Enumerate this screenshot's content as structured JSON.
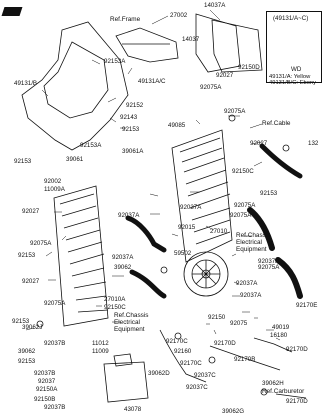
{
  "diagram": {
    "logo_text": "",
    "legend_box": {
      "title": "(49131/A~C)",
      "subtitle": "WD",
      "rows": [
        "49131/A: Yellow",
        "49131/B/C: Ebony"
      ]
    },
    "labels": {
      "l27002": "27002",
      "l14037a": "14037A",
      "ref_frame": "Ref.Frame",
      "l14037": "14037",
      "l92153a": "92153A",
      "l49131ac_top": "49131A/C",
      "l92150d": "92150D",
      "l92027_top": "92027",
      "l92075a_top": "92075A",
      "l49131b": "49131/B",
      "l92152": "92152",
      "l92143": "92143",
      "l92153_mid": "92153",
      "l92075a_r1": "92075A",
      "ref_cable": "Ref.Cable",
      "l49085": "49085",
      "l92153_left": "92153",
      "l92153a_2": "92153A",
      "l39061": "39061",
      "l39061a": "39061A",
      "l92027_r": "92027",
      "l132": "132",
      "l92002": "92002",
      "l11009a": "11009A",
      "l92150c_r": "92150C",
      "l92075a_r2": "92075A",
      "l92037a_1": "92037A",
      "l92027_l": "92027",
      "l92037a_2": "92037A",
      "l92015": "92015",
      "l92153_r": "92153",
      "l27010": "27010",
      "ref_chassis_1": "Ref.Chassis Electrical Equipment",
      "l92075a_l": "92075A",
      "l92153_l2": "92153",
      "l92037a_3": "92037A",
      "l59502": "59502",
      "l39062": "39062",
      "l92027_l2": "92027",
      "l92037a_4": "92037A",
      "l92075a_l2": "92075A",
      "l27010a": "27010A",
      "l92150c_l": "92150C",
      "ref_chassis_2": "Ref.Chassis Electrical Equipment",
      "l92037a_5": "92037A",
      "l92150": "92150",
      "l92075": "92075",
      "l92153_b": "92153",
      "l49019": "49019",
      "l16180": "16180",
      "l39062j": "39062J",
      "l92037b_1": "92037B",
      "l11012": "11012",
      "l11009": "11009",
      "l92170c": "92170C",
      "l92160": "92160",
      "l39062_l": "39062",
      "l92153_l3": "92153",
      "l92170d_1": "92170D",
      "l92170b": "92170B",
      "l92170d_2": "92170D",
      "l39062d": "39062D",
      "l92170c_2": "92170C",
      "l92037b_2": "92037B",
      "l92037c": "92037C",
      "l92037": "92037",
      "l92150a": "92150A",
      "l92150b": "92150B",
      "l92037b_3": "92037B",
      "l92037c_2": "92037C",
      "l39062h": "39062H",
      "ref_carb": "Ref.Carburetor",
      "l43078": "43078",
      "l92170d_3": "92170D",
      "l39062g": "39062G",
      "l92037a_6": "92037A",
      "l92170e": "92170E",
      "l92075a_b": "92075A",
      "l92075a_rb": "92075A"
    }
  }
}
